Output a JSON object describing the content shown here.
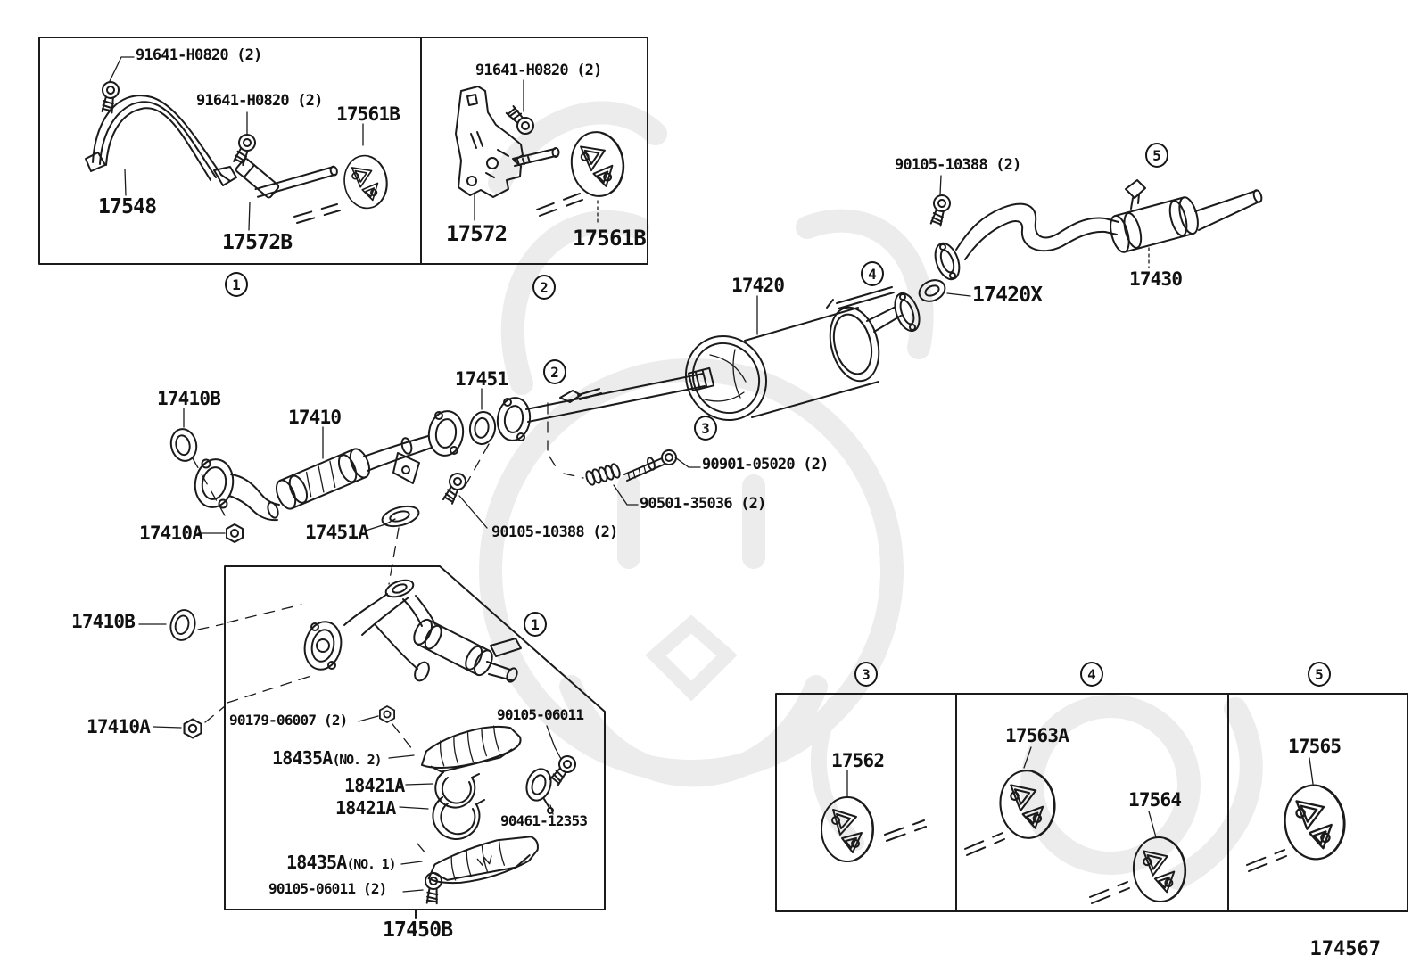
{
  "page_code": "174567",
  "callouts": {
    "inset1": "1",
    "inset2": "2",
    "pipe_joint": "2",
    "muffler_front": "3",
    "muffler_rear": "4",
    "tailpipe": "5",
    "lower_box": "1",
    "panel_3": "3",
    "panel_4": "4",
    "panel_5": "5"
  },
  "labels": {
    "box1_bolt_a": "91641-H0820 (2)",
    "box1_bolt_b": "91641-H0820 (2)",
    "box1_hanger": "17561B",
    "box1_strap": "17548",
    "box1_rod": "17572B",
    "box2_bolt": "91641-H0820 (2)",
    "box2_bracket": "17572",
    "box2_hanger": "17561B",
    "muffler_bolt": "90105-10388 (2)",
    "muffler": "17420",
    "rear_gasket": "17420X",
    "tailpipe": "17430",
    "mid_gasket": "17451",
    "front_ring": "17410B",
    "front_pipe": "17410",
    "stud_bolt": "90901-05020 (2)",
    "spring": "90501-35036 (2)",
    "front_nut": "17410A",
    "lower_gasket": "17451A",
    "mid_bolt": "90105-10388 (2)",
    "lb_ring": "17410B",
    "lb_nut": "17410A",
    "lb_flange_nut": "90179-06007 (2)",
    "lb_shield2": "18435A",
    "lb_shield2_suffix": "(NO. 2)",
    "lb_clamp_a": "18421A",
    "lb_clamp_b": "18421A",
    "lb_bolt_a": "90105-06011",
    "lb_clamp_hanger": "90461-12353",
    "lb_shield1": "18435A",
    "lb_shield1_suffix": "(NO. 1)",
    "lb_bolt_b": "90105-06011 (2)",
    "assembly": "17450B",
    "p3_hanger": "17562",
    "p4_hanger_a": "17563A",
    "p4_hanger_b": "17564",
    "p5_hanger": "17565"
  }
}
